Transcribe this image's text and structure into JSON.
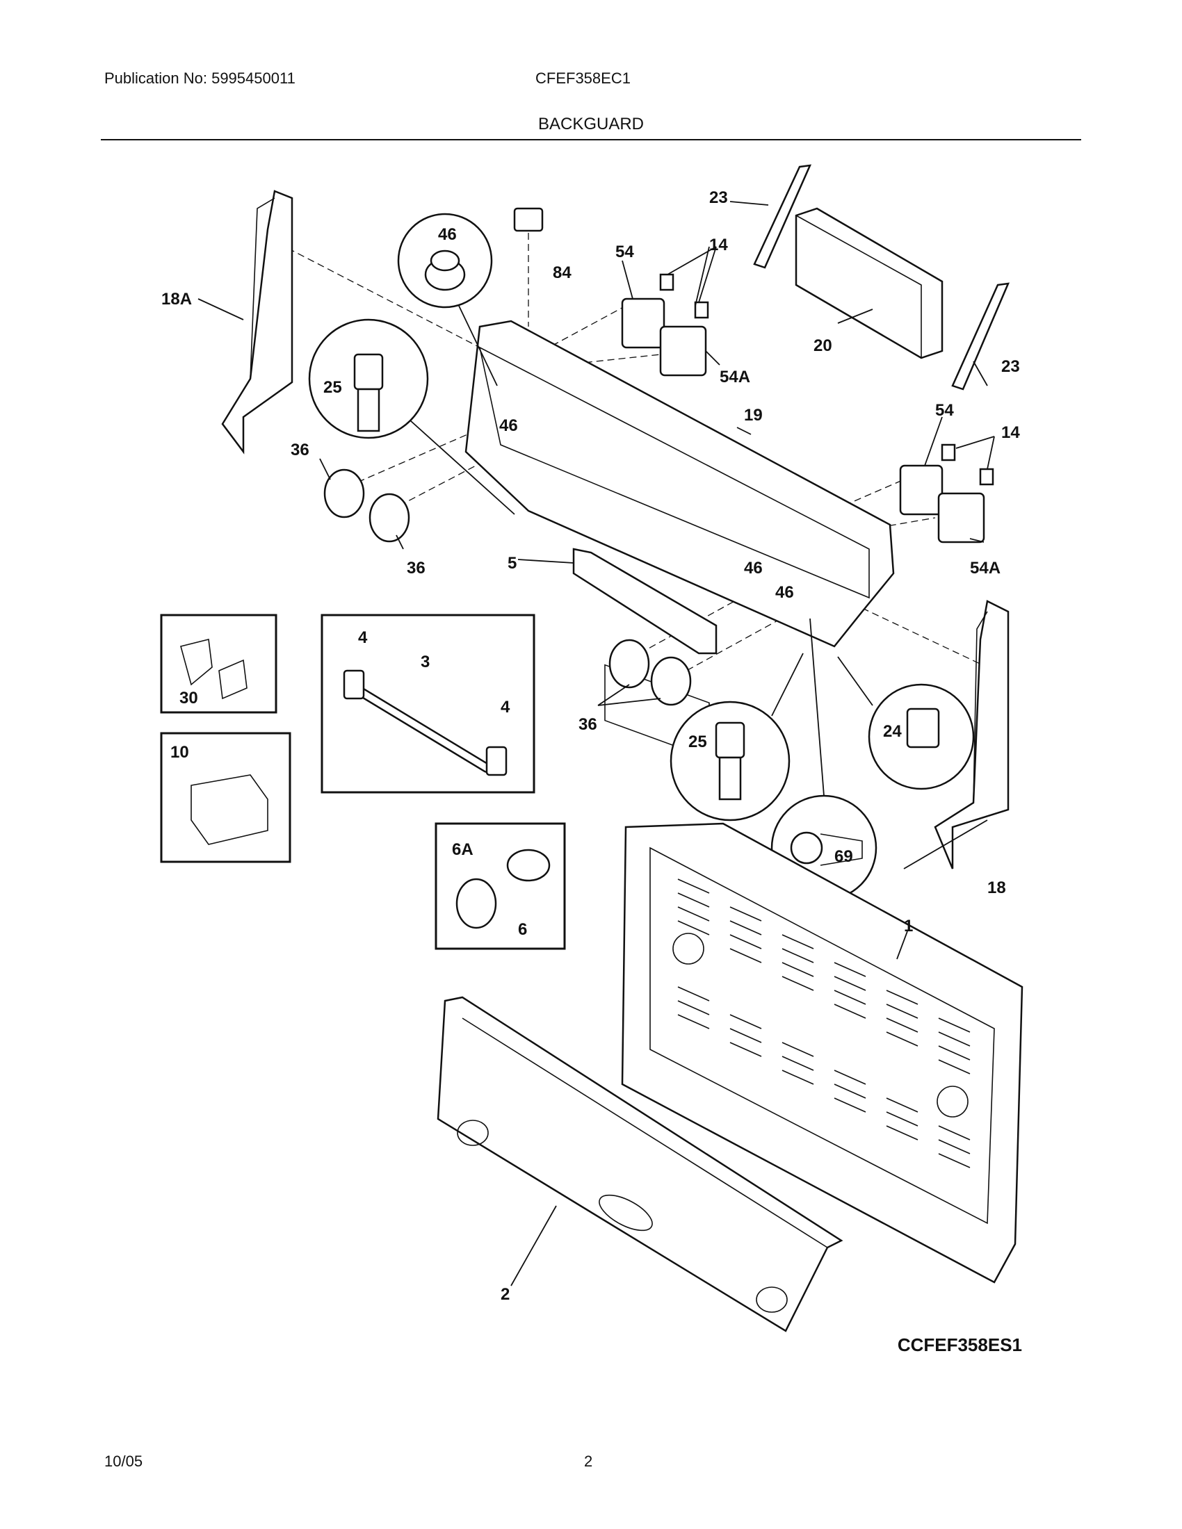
{
  "header": {
    "publication": "Publication No: 5995450011",
    "model": "CFEF358EC1",
    "section_title": "BACKGUARD"
  },
  "diagram": {
    "code": "CCFEF358ES1",
    "callouts": {
      "p1": "1",
      "p2": "2",
      "p3": "3",
      "p4a": "4",
      "p4b": "4",
      "p5": "5",
      "p6": "6",
      "p6a": "6A",
      "p10": "10",
      "p14a": "14",
      "p14b": "14",
      "p18": "18",
      "p18a": "18A",
      "p19": "19",
      "p20": "20",
      "p23a": "23",
      "p23b": "23",
      "p24": "24",
      "p25a": "25",
      "p25b": "25",
      "p30": "30",
      "p36a": "36",
      "p36b": "36",
      "p36c": "36",
      "p46a": "46",
      "p46b": "46",
      "p46c": "46",
      "p46d": "46",
      "p54a": "54",
      "p54b": "54",
      "p54Aa": "54A",
      "p54Ab": "54A",
      "p69": "69",
      "p84": "84"
    }
  },
  "footer": {
    "date": "10/05",
    "page": "2"
  }
}
